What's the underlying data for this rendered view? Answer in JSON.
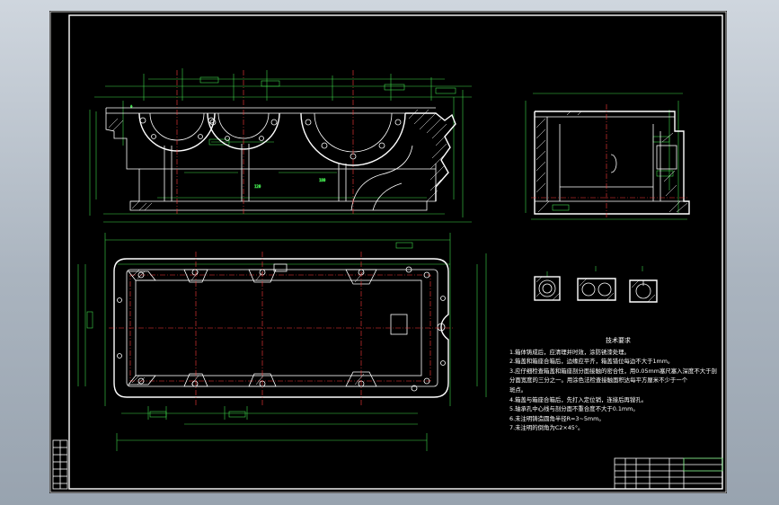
{
  "colors": {
    "background": "#000000",
    "outline": "#ffffff",
    "dimension": "#3fd84a",
    "centerline": "#ff3a3a"
  },
  "technical_requirements": {
    "title": "技术要求",
    "items": [
      "1.箱体铸成后，应清理并时效，涂防锈漆处理。",
      "2.箱盖和箱座合箱后，边缘应平齐，箱盖错位每边不大于1mm。",
      "3.应仔细检查箱盖和箱座剖分面接触的密合性，用0.05mm塞尺塞入深度不大于剖",
      "分面宽度的三分之一。用涂色法检查接触面积达每平方厘米不少于一个",
      "斑点。",
      "4.箱盖与箱座合箱后，先打入定位销，连接后再镗孔。",
      "5.轴承孔中心线与剖分面不重合度不大于0.1mm。",
      "6.未注明铸造圆角半径R=3~5mm。",
      "7.未注明的倒角为C2×45°。"
    ]
  }
}
